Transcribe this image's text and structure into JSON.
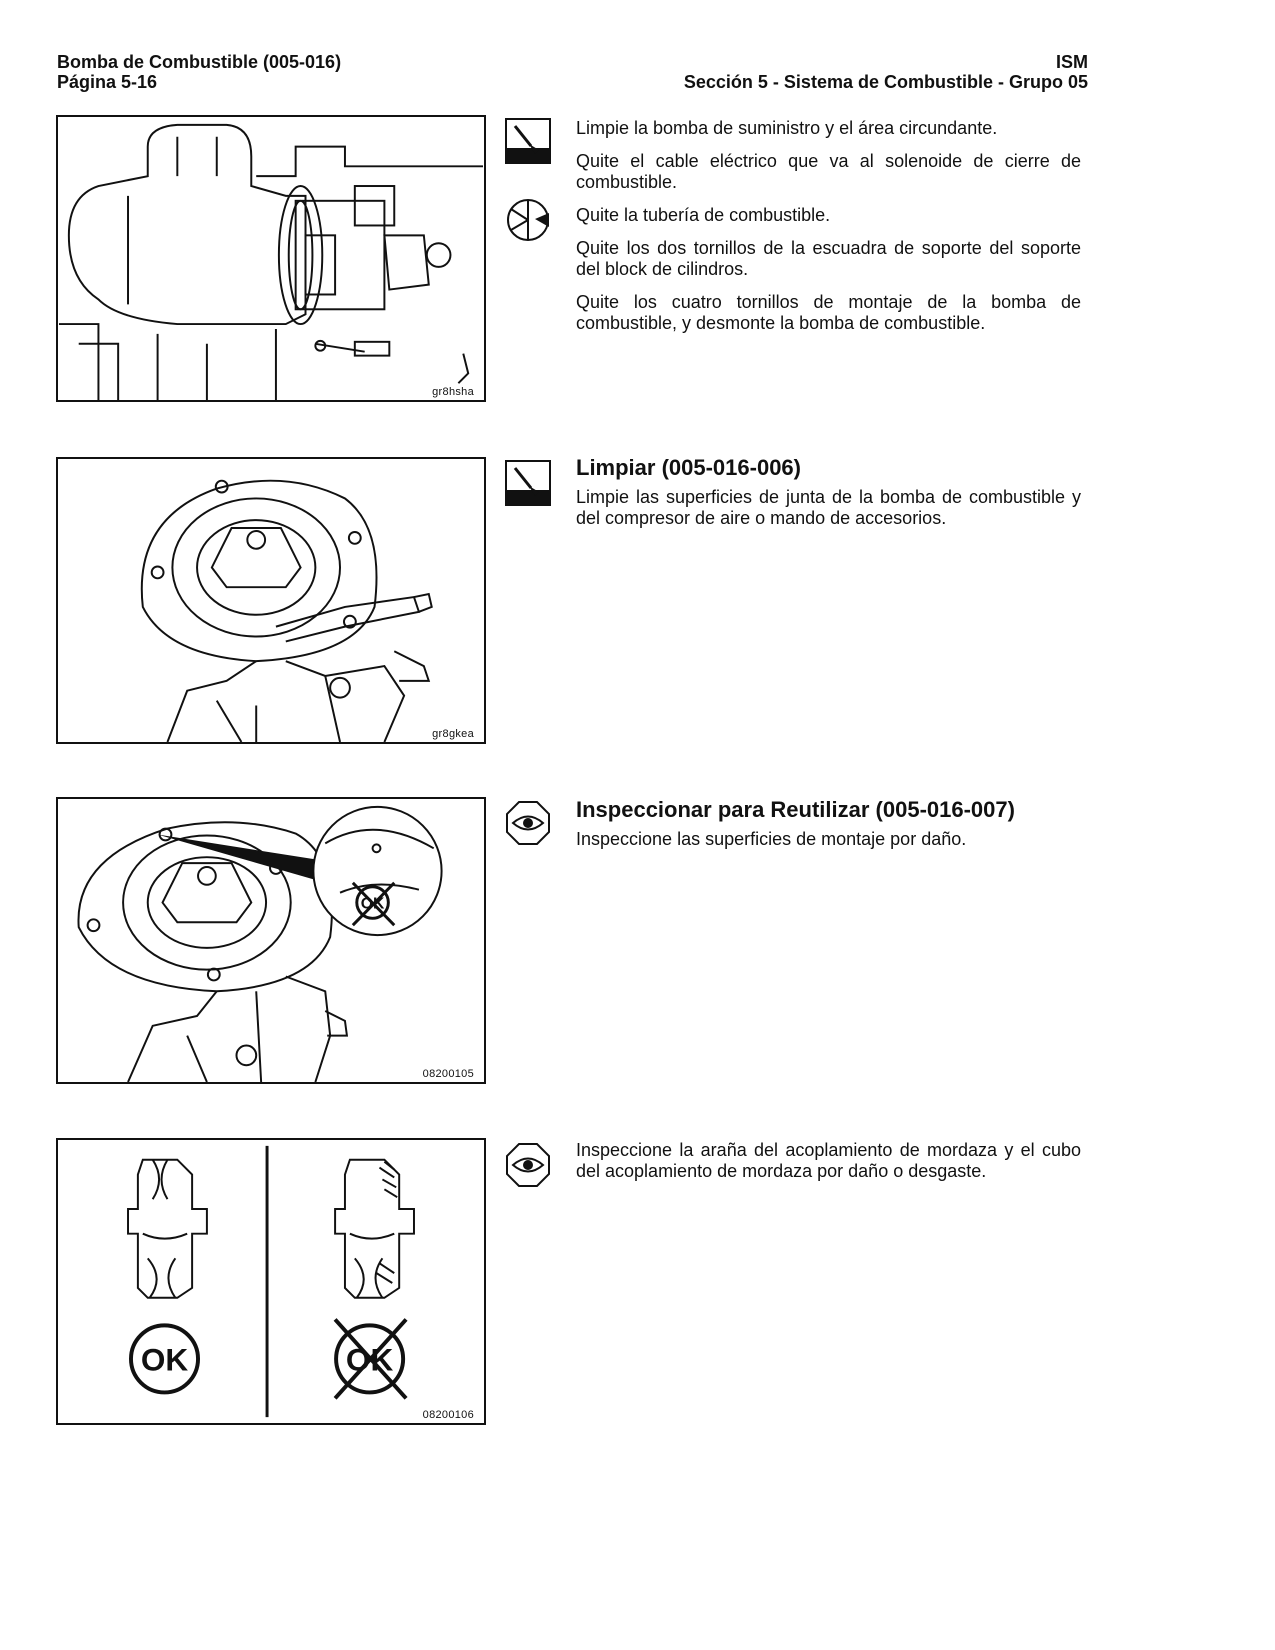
{
  "header": {
    "left_line1": "Bomba de Combustible (005-016)",
    "left_line2": "Página 5-16",
    "right_line1": "ISM",
    "right_line2": "Sección 5 - Sistema de Combustible - Grupo 05"
  },
  "sections": [
    {
      "figure_ref": "gr8hsha",
      "icons": [
        "clean-icon",
        "remove-icon"
      ],
      "paragraphs": [
        "Limpie la bomba de suministro y el área circundante.",
        "Quite el cable eléctrico que va al solenoide de cierre de combustible.",
        "Quite la tubería de combustible.",
        "Quite los dos tornillos de la escuadra de soporte del soporte del block de cilindros.",
        "Quite los cuatro tornillos de montaje de la bomba de combustible, y desmonte la bomba de combustible."
      ]
    },
    {
      "figure_ref": "gr8gkea",
      "icons": [
        "clean-icon"
      ],
      "title": "Limpiar (005-016-006)",
      "paragraphs": [
        "Limpie las superficies de junta de la bomba de combustible y del compresor de aire o mando de accesorios."
      ]
    },
    {
      "figure_ref": "08200105",
      "icons": [
        "inspect-eye-icon"
      ],
      "title": "Inspeccionar para Reutilizar (005-016-007)",
      "paragraphs": [
        "Inspeccione las superficies de montaje por daño."
      ],
      "figure_marks": [
        "OK"
      ]
    },
    {
      "figure_ref": "08200106",
      "icons": [
        "inspect-eye-icon"
      ],
      "paragraphs": [
        "Inspeccione la araña del acoplamiento de mordaza y el cubo del acoplamiento de mordaza por daño o desgaste."
      ],
      "figure_marks": [
        "OK",
        "OK"
      ]
    }
  ]
}
